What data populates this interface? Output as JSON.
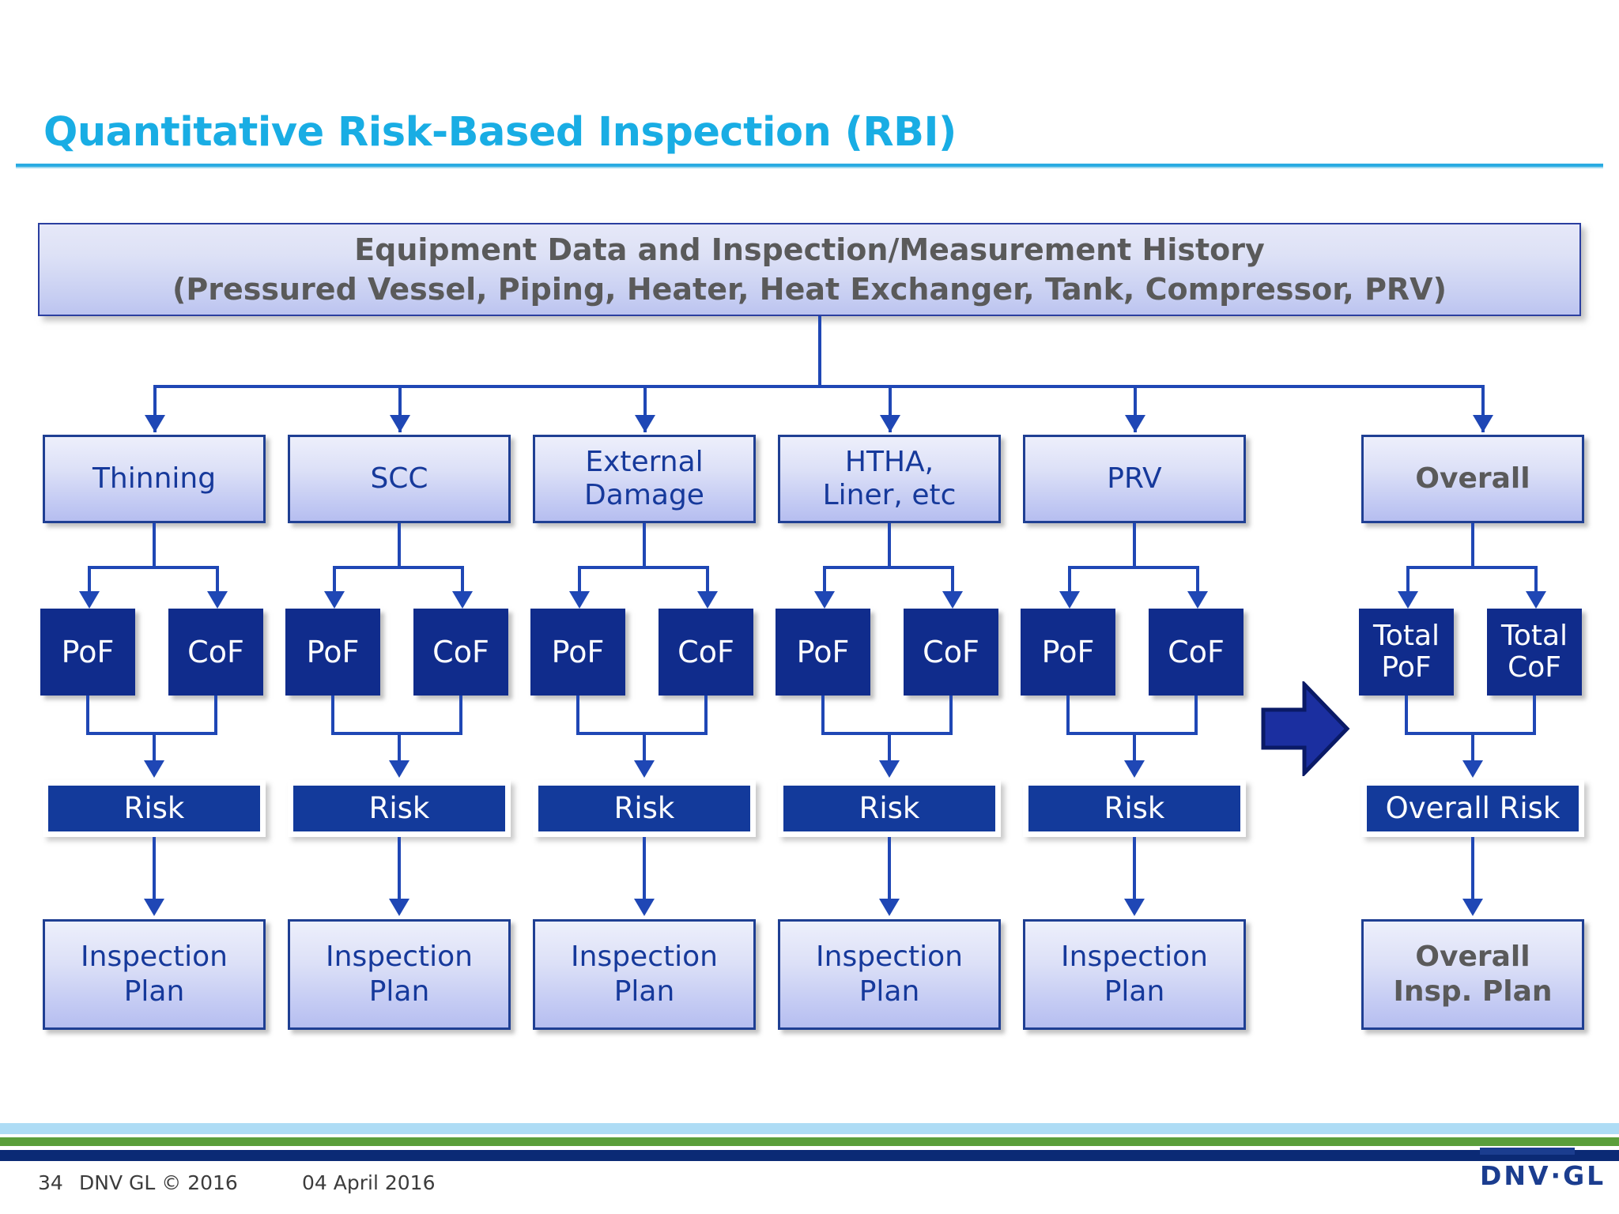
{
  "slide": {
    "title": "Quantitative Risk-Based Inspection (RBI)",
    "accent_color": "#19ADE4",
    "box_border_color": "#1F3F93",
    "navy_fill": "#102C8C",
    "connector_color": "#1F47B5"
  },
  "header_box": {
    "line1": "Equipment Data and Inspection/Measurement History",
    "line2": "(Pressured Vessel, Piping, Heater, Heat Exchanger, Tank, Compressor, PRV)"
  },
  "columns": [
    {
      "category": "Thinning",
      "category_bold": false,
      "pof": "PoF",
      "cof": "CoF",
      "risk": "Risk",
      "plan_line1": "Inspection",
      "plan_line2": "Plan",
      "plan_bold": false
    },
    {
      "category": "SCC",
      "category_bold": false,
      "pof": "PoF",
      "cof": "CoF",
      "risk": "Risk",
      "plan_line1": "Inspection",
      "plan_line2": "Plan",
      "plan_bold": false
    },
    {
      "category_line1": "External",
      "category_line2": "Damage",
      "category_bold": false,
      "pof": "PoF",
      "cof": "CoF",
      "risk": "Risk",
      "plan_line1": "Inspection",
      "plan_line2": "Plan",
      "plan_bold": false
    },
    {
      "category_line1": "HTHA,",
      "category_line2": "Liner, etc",
      "category_bold": false,
      "pof": "PoF",
      "cof": "CoF",
      "risk": "Risk",
      "plan_line1": "Inspection",
      "plan_line2": "Plan",
      "plan_bold": false
    },
    {
      "category": "PRV",
      "category_bold": false,
      "pof": "PoF",
      "cof": "CoF",
      "risk": "Risk",
      "plan_line1": "Inspection",
      "plan_line2": "Plan",
      "plan_bold": false
    },
    {
      "category": "Overall",
      "category_bold": true,
      "pof_line1": "Total",
      "pof_line2": "PoF",
      "cof_line1": "Total",
      "cof_line2": "CoF",
      "risk": "Overall Risk",
      "plan_line1": "Overall",
      "plan_line2": "Insp. Plan",
      "plan_bold": true
    }
  ],
  "summary_arrow": {
    "icon": "right-arrow-icon",
    "color": "#1B2FA0"
  },
  "footer": {
    "page_number": "34",
    "copyright": "DNV GL © 2016",
    "date": "04 April 2016",
    "logo_text": "DNV·GL",
    "bar_light_blue": "#AEDCF5",
    "bar_green": "#5A9E3B",
    "bar_navy": "#0B2A75"
  }
}
